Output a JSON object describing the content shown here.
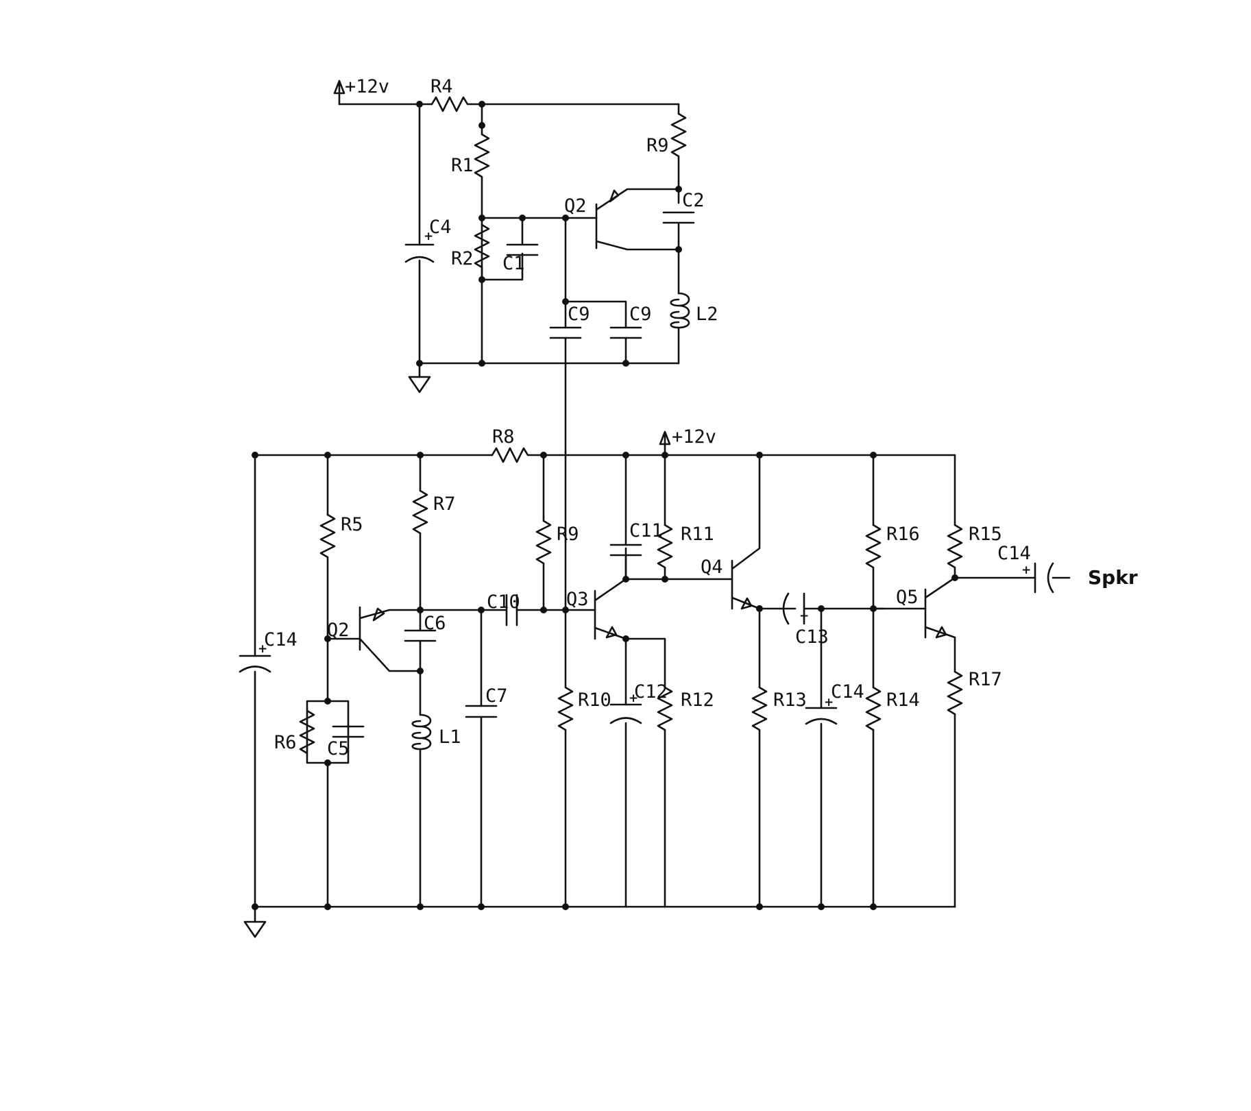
{
  "supply": "+12v",
  "output_label": "Spkr",
  "labels": {
    "R1": "R1",
    "R2": "R2",
    "R4": "R4",
    "R9_top": "R9",
    "C1": "C1",
    "C2": "C2",
    "C4": "C4",
    "C9a": "C9",
    "C9b": "C9",
    "L2": "L2",
    "Q2_top": "Q2",
    "R5": "R5",
    "R6": "R6",
    "R7": "R7",
    "R8": "R8",
    "R9": "R9",
    "R10": "R10",
    "R11": "R11",
    "R12": "R12",
    "R13": "R13",
    "R14": "R14",
    "R15": "R15",
    "R16": "R16",
    "R17": "R17",
    "C5": "C5",
    "C6": "C6",
    "C7": "C7",
    "C10": "C10",
    "C11": "C11",
    "C12": "C12",
    "C13": "C13",
    "C14_left": "C14",
    "C14_mid": "C14",
    "C14_out": "C14",
    "L1": "L1",
    "Q2_bottom": "Q2",
    "Q3": "Q3",
    "Q4": "Q4",
    "Q5": "Q5"
  }
}
